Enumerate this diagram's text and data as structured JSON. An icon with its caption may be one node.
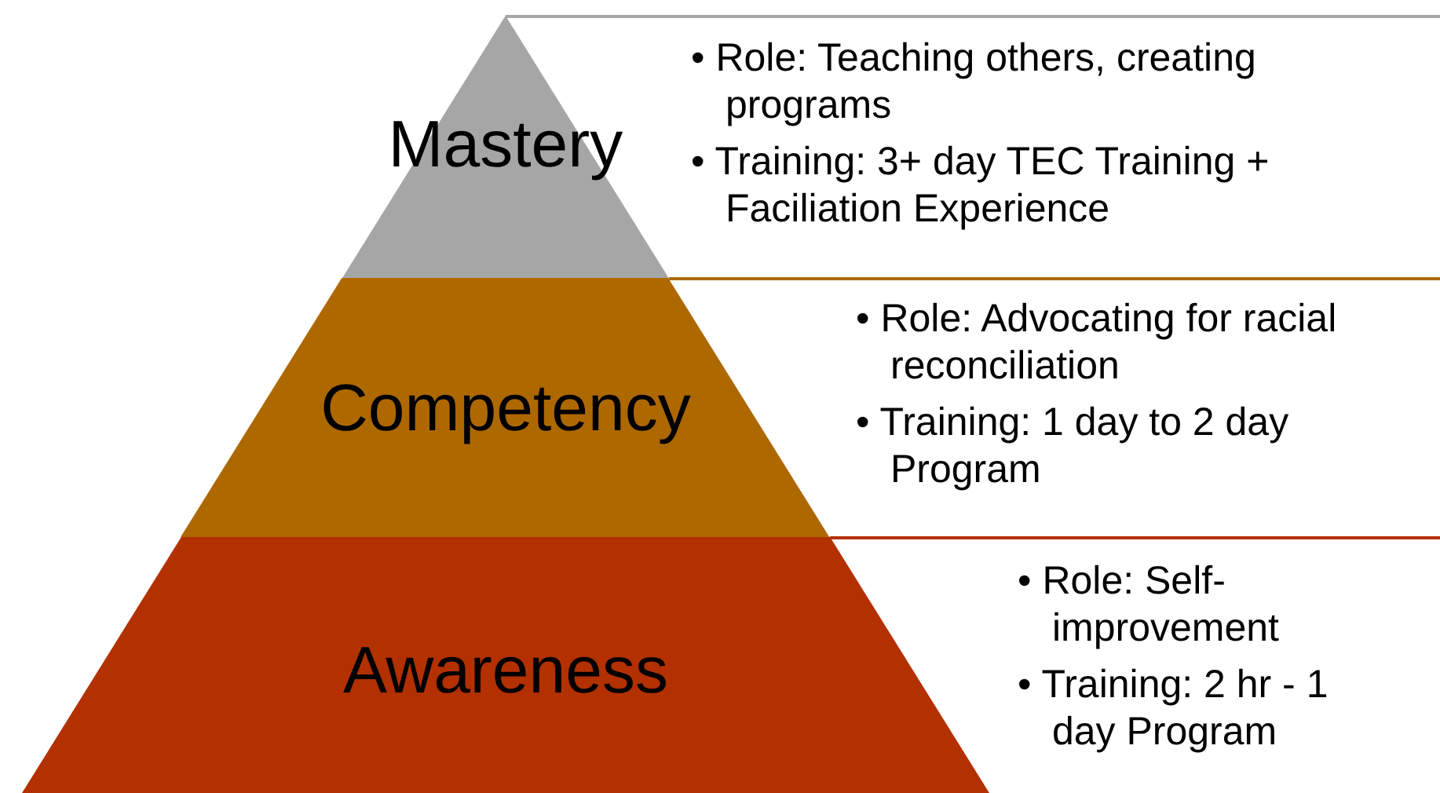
{
  "diagram": {
    "nodes": [
      {
        "text": [
          "Mastery"
        ],
        "beside": [
          "• Role: Teaching others, creating programs",
          "• Training: 3+ day TEC Training + Faciliation Experience"
        ]
      },
      {
        "text": [
          "Competency"
        ],
        "beside": [
          "• Role: Advocating for racial reconciliation",
          "• Training: 1 day to 2 day Program"
        ]
      },
      {
        "text": [
          "Awareness"
        ],
        "beside": [
          "• Role: Self-improvement",
          "• Training: 2 hr - 1 day Program"
        ]
      }
    ]
  }
}
